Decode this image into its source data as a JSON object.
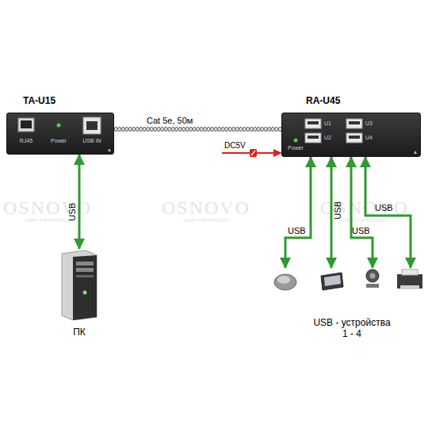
{
  "diagram": {
    "nodes": [
      {
        "text": [
          "TA-U15",
          "RJ45",
          "Power",
          "USB IN"
        ]
      },
      {
        "text": [
          "RA-U45",
          "Power",
          "U1",
          "U2",
          "U3",
          "U4"
        ]
      },
      {
        "text": [
          "ПК"
        ]
      },
      {
        "text": [
          "USB - устройства 1 - 4"
        ]
      }
    ],
    "edges": [
      {
        "from": 0,
        "to": 1,
        "label": "Cat 5e, 50м",
        "arrow": "none"
      },
      {
        "from": 0,
        "to": 2,
        "label": "USB",
        "arrow": "both"
      },
      {
        "from": 1,
        "to": 3,
        "label": "USB",
        "arrow": "both"
      },
      {
        "from": 1,
        "to": 3,
        "label": "USB",
        "arrow": "both"
      },
      {
        "from": 1,
        "to": 3,
        "label": "USB",
        "arrow": "both"
      },
      {
        "from": 1,
        "to": 3,
        "label": "USB",
        "arrow": "both"
      }
    ],
    "labels": [
      "DC5V",
      "OSNOVO",
      "cable transmission",
      "OSNOVO",
      "cable transmission",
      "OSNOVO",
      "cable transmission"
    ]
  }
}
